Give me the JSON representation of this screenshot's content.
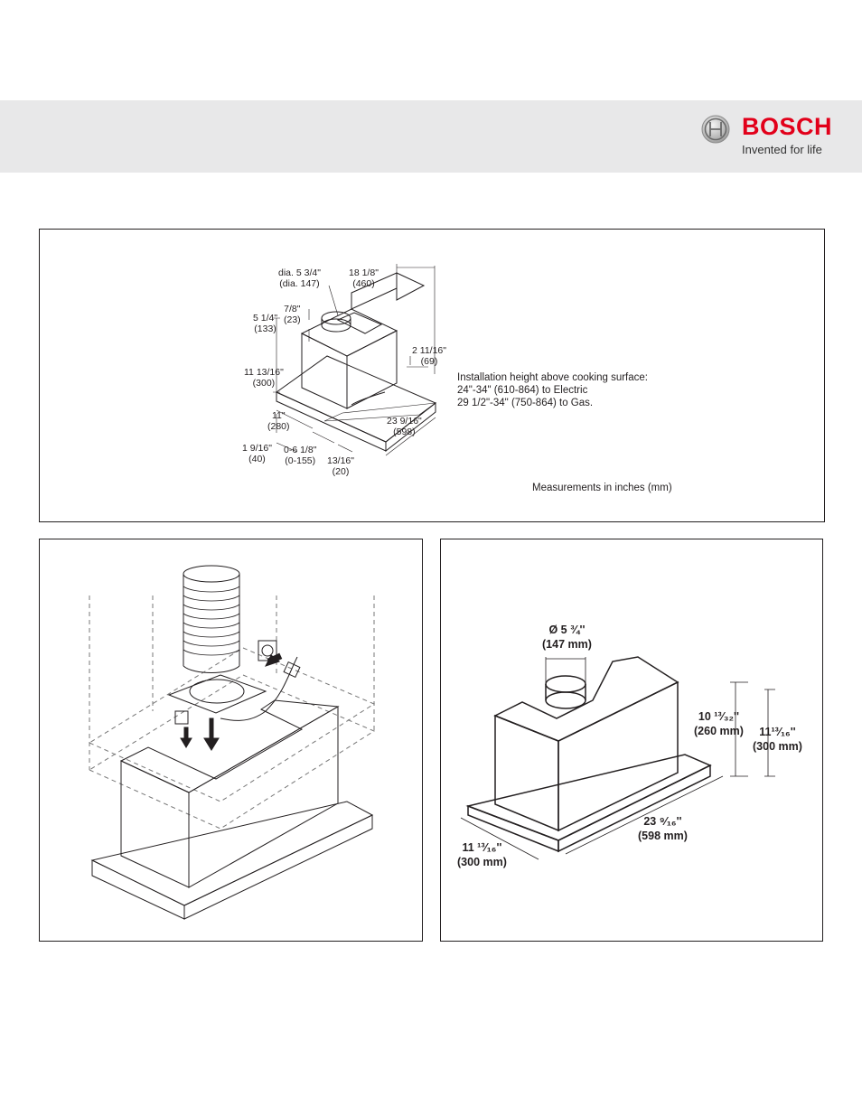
{
  "brand": {
    "name": "BOSCH",
    "tagline": "Invented for life",
    "color": "#e2001a",
    "logo_icon": "bosch-armature-icon"
  },
  "spec_panel": {
    "dims": {
      "duct_dia_in": "dia. 5 3/4\"",
      "duct_dia_mm": "(dia. 147)",
      "depth_in": "18 1/8\"",
      "depth_mm": "(460)",
      "collar_in": "7/8\"",
      "collar_mm": "(23)",
      "offset_in": "5 1/4\"",
      "offset_mm": "(133)",
      "tray_h_in": "2 11/16\"",
      "tray_h_mm": "(69)",
      "height_in": "11 13/16\"",
      "height_mm": "(300)",
      "body_depth_in": "11\"",
      "body_depth_mm": "(280)",
      "width_in": "23 9/16\"",
      "width_mm": "(598)",
      "lip_in": "1 9/16\"",
      "lip_mm": "(40)",
      "extend_in": "0-6 1/8\"",
      "extend_mm": "(0-155)",
      "front_in": "13/16\"",
      "front_mm": "(20)"
    },
    "install_note": {
      "line1": "Installation height above cooking surface:",
      "line2": "24\"-34\" (610-864) to Electric",
      "line3": "29 1/2\"-34\" (750-864) to Gas."
    },
    "units_note": "Measurements in inches (mm)"
  },
  "install_panel": {
    "icons": [
      "duct-icon",
      "wall-socket-icon",
      "power-plug-icon",
      "mounting-template-icon",
      "down-arrow-icon"
    ]
  },
  "dim_panel": {
    "duct": {
      "label": "Ø 5 ¾''",
      "mm": "(147 mm)"
    },
    "inner_h": {
      "label": "10 ¹³⁄₃₂''",
      "mm": "(260 mm)"
    },
    "outer_h": {
      "label": "11¹³⁄₁₆''",
      "mm": "(300 mm)"
    },
    "width": {
      "label": "23 ⁹⁄₁₆''",
      "mm": "(598 mm)"
    },
    "depth": {
      "label": "11 ¹³⁄₁₆''",
      "mm": "(300 mm)"
    }
  }
}
